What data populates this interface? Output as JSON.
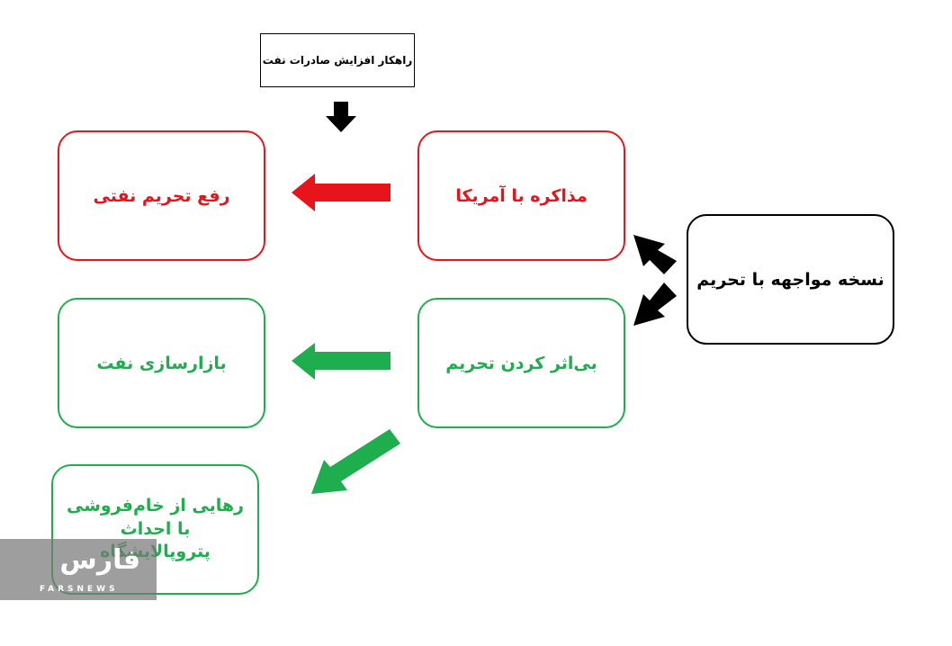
{
  "diagram": {
    "title": "راهکار افزایش صادرات نفت",
    "negotiate": "مذاکره با آمریکا",
    "lift_sanctions": "رفع تحریم نفتی",
    "neutralize": "بی‌اثر کردن تحریم",
    "marketing": "بازارسازی نفت",
    "confront": "نسخه مواجهه با تحریم",
    "free_from_crude": "رهایی از خام‌فروشی با احداث پتروپالایشگاه"
  },
  "logo": {
    "name": "فارس",
    "sub": "FARSNEWS"
  },
  "colors": {
    "red": "#e8141c",
    "green": "#1fae4e",
    "black": "#000000"
  }
}
